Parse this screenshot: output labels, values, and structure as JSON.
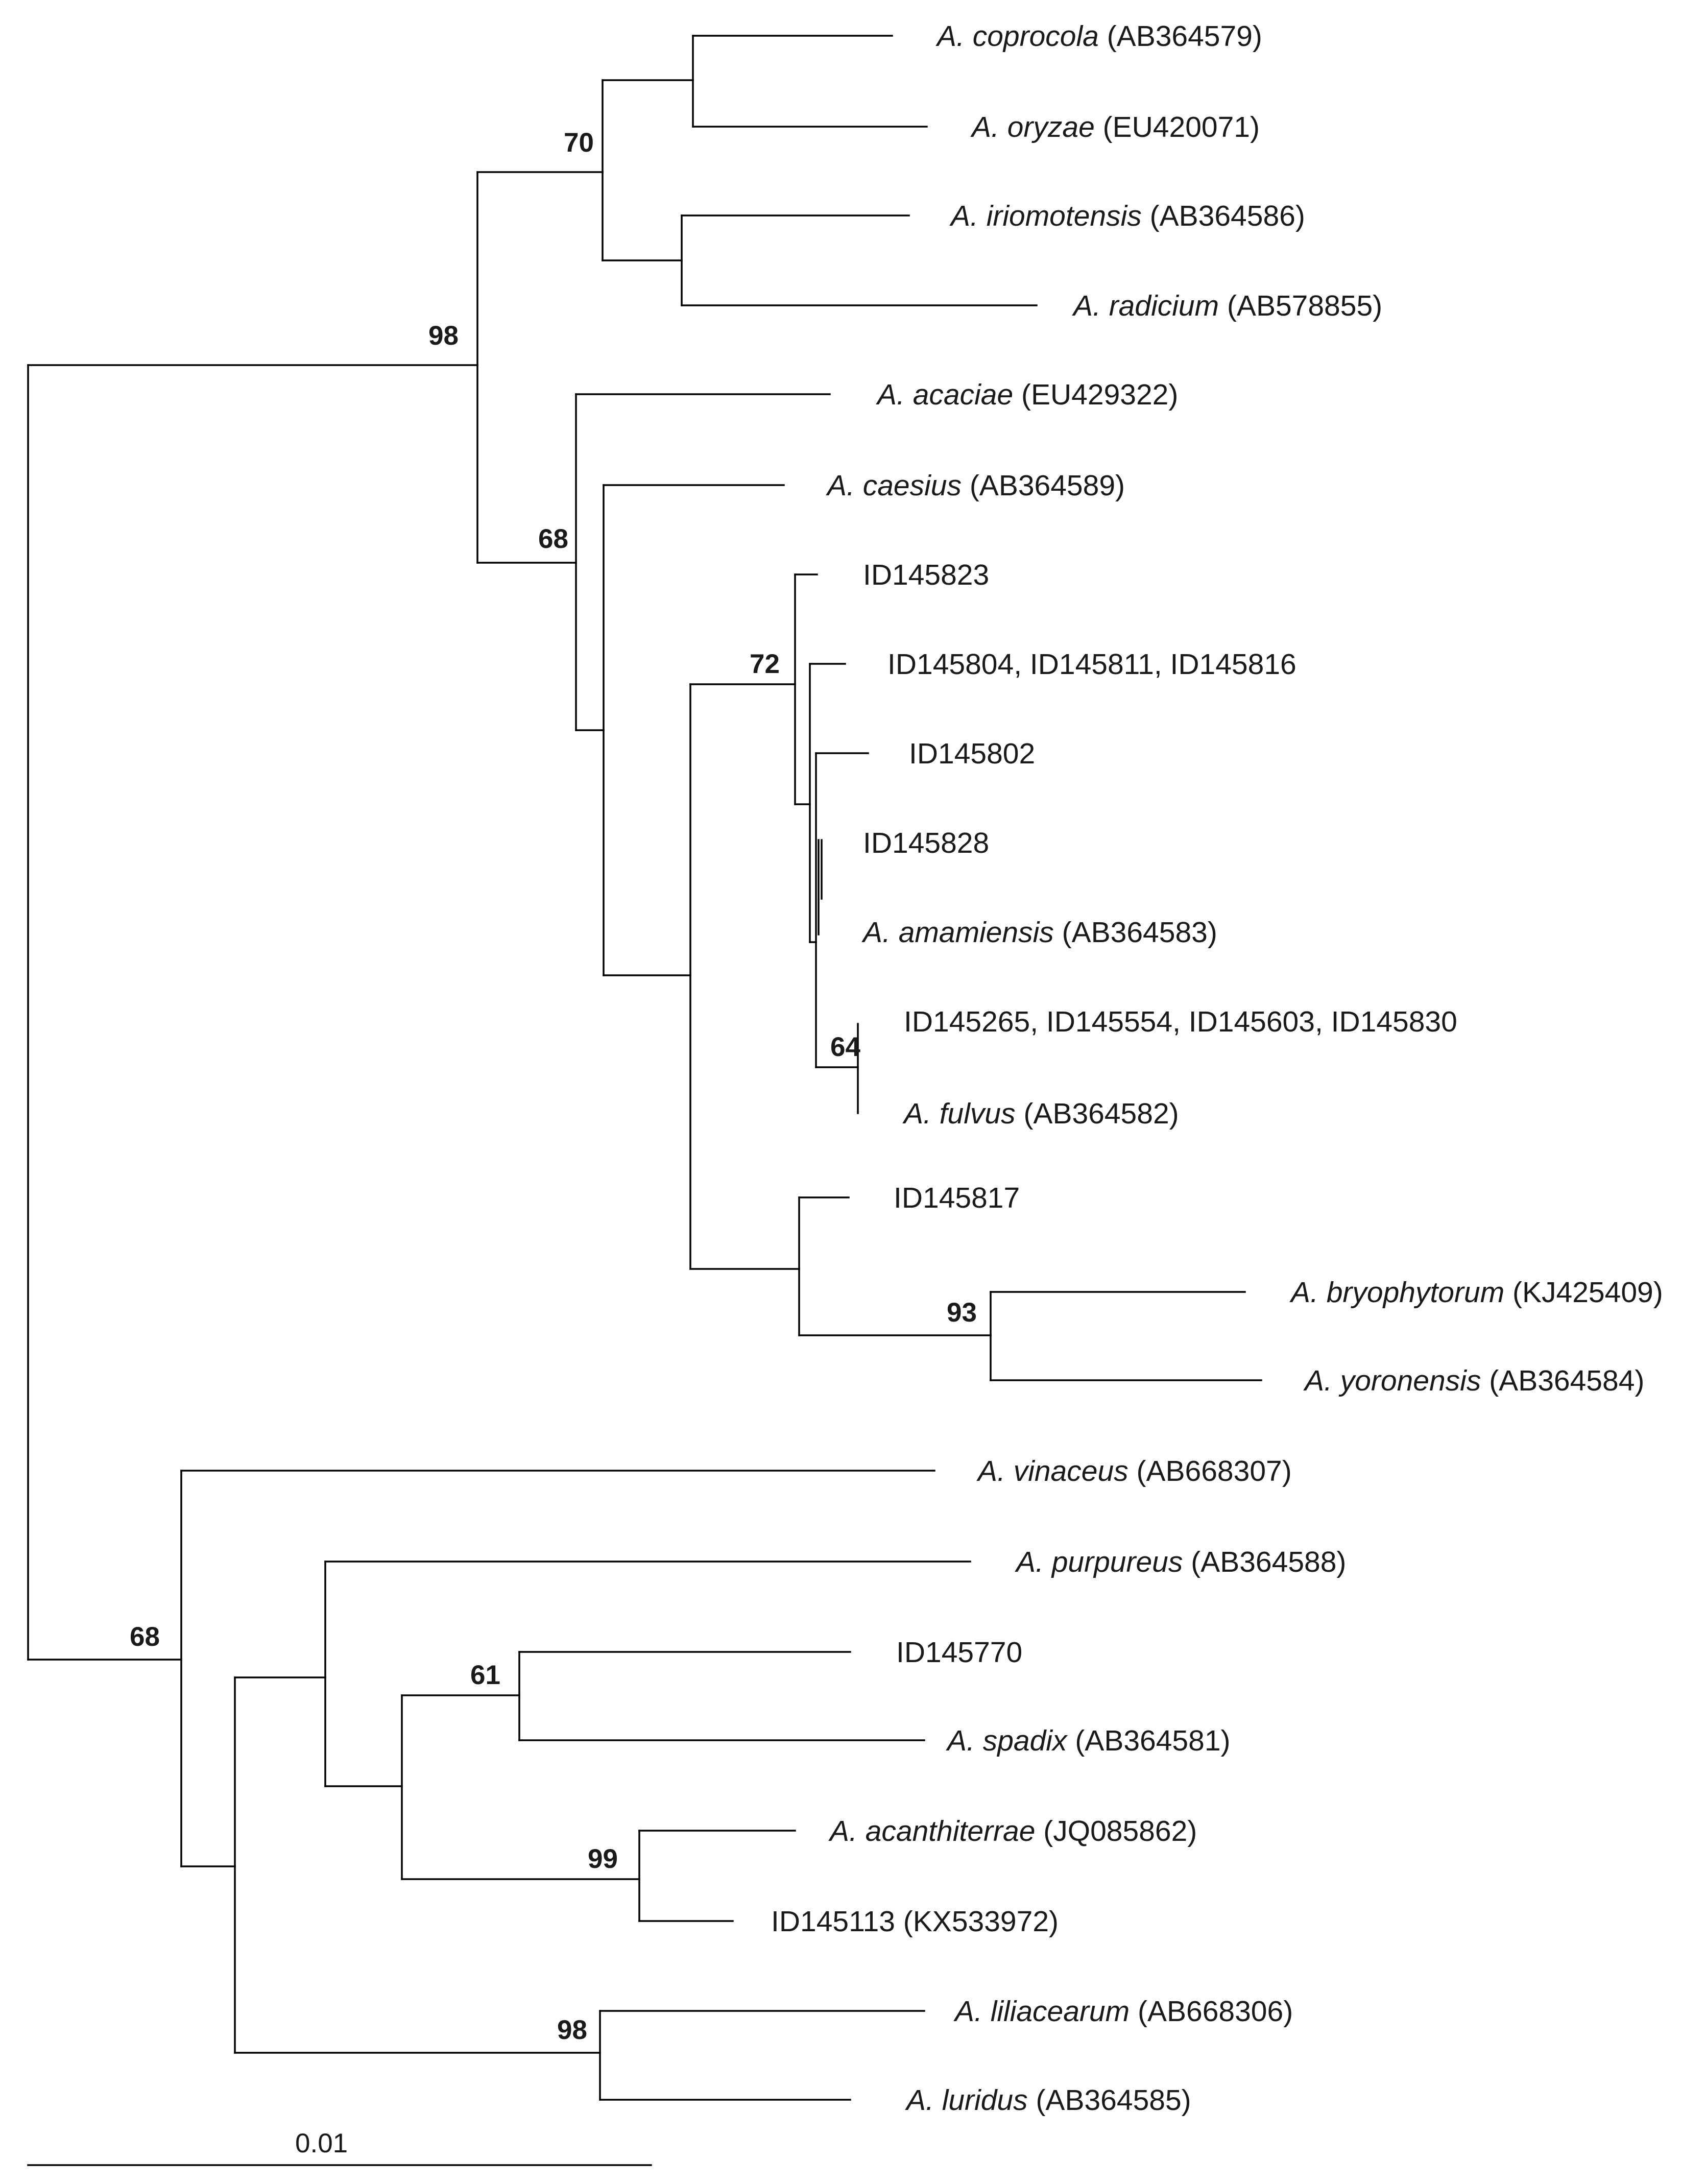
{
  "tree": {
    "type": "phylogenetic-tree",
    "taxa": [
      {
        "id": "coprocola",
        "species": "A. coprocola",
        "accession": "(AB364579)"
      },
      {
        "id": "oryzae",
        "species": "A. oryzae",
        "accession": "(EU420071)"
      },
      {
        "id": "iriomotensis",
        "species": "A. iriomotensis",
        "accession": "(AB364586)"
      },
      {
        "id": "radicium",
        "species": "A. radicium",
        "accession": "(AB578855)"
      },
      {
        "id": "acaciae",
        "species": "A. acaciae",
        "accession": "(EU429322)"
      },
      {
        "id": "caesius",
        "species": "A. caesius",
        "accession": "(AB364589)"
      },
      {
        "id": "id145823",
        "species": "",
        "accession": "ID145823"
      },
      {
        "id": "id145804",
        "species": "",
        "accession": "ID145804, ID145811, ID145816"
      },
      {
        "id": "id145802",
        "species": "",
        "accession": "ID145802"
      },
      {
        "id": "id145828",
        "species": "",
        "accession": "ID145828"
      },
      {
        "id": "amamiensis",
        "species": "A. amamiensis",
        "accession": "(AB364583)"
      },
      {
        "id": "id145265",
        "species": "",
        "accession": "ID145265, ID145554, ID145603, ID145830"
      },
      {
        "id": "fulvus",
        "species": "A. fulvus",
        "accession": "(AB364582)"
      },
      {
        "id": "id145817",
        "species": "",
        "accession": "ID145817"
      },
      {
        "id": "bryophytorum",
        "species": "A. bryophytorum",
        "accession": "(KJ425409)"
      },
      {
        "id": "yoronensis",
        "species": "A. yoronensis",
        "accession": "(AB364584)"
      },
      {
        "id": "vinaceus",
        "species": "A. vinaceus",
        "accession": "(AB668307)"
      },
      {
        "id": "purpureus",
        "species": "A. purpureus",
        "accession": "(AB364588)"
      },
      {
        "id": "id145770",
        "species": "",
        "accession": "ID145770"
      },
      {
        "id": "spadix",
        "species": "A. spadix",
        "accession": "(AB364581)"
      },
      {
        "id": "acanthiterrae",
        "species": "A. acanthiterrae",
        "accession": "(JQ085862)"
      },
      {
        "id": "id145113",
        "species": "",
        "accession": "ID145113 (KX533972)"
      },
      {
        "id": "liliacearum",
        "species": "A. liliacearum",
        "accession": "(AB668306)"
      },
      {
        "id": "luridus",
        "species": "A. luridus",
        "accession": "(AB364585)"
      }
    ],
    "bootstrap": [
      {
        "clade": "coprocola-radicium",
        "value": "70"
      },
      {
        "clade": "upper-main",
        "value": "98"
      },
      {
        "clade": "acaciae-yoronensis",
        "value": "68"
      },
      {
        "clade": "isolate-cluster",
        "value": "72"
      },
      {
        "clade": "id145265-fulvus",
        "value": "64"
      },
      {
        "clade": "bryophytorum-yoronensis",
        "value": "93"
      },
      {
        "clade": "lower-main",
        "value": "68"
      },
      {
        "clade": "id145770-spadix",
        "value": "61"
      },
      {
        "clade": "acanthiterrae-id145113",
        "value": "99"
      },
      {
        "clade": "liliacearum-luridus",
        "value": "98"
      }
    ],
    "scale_bar": {
      "label": "0.01"
    }
  }
}
